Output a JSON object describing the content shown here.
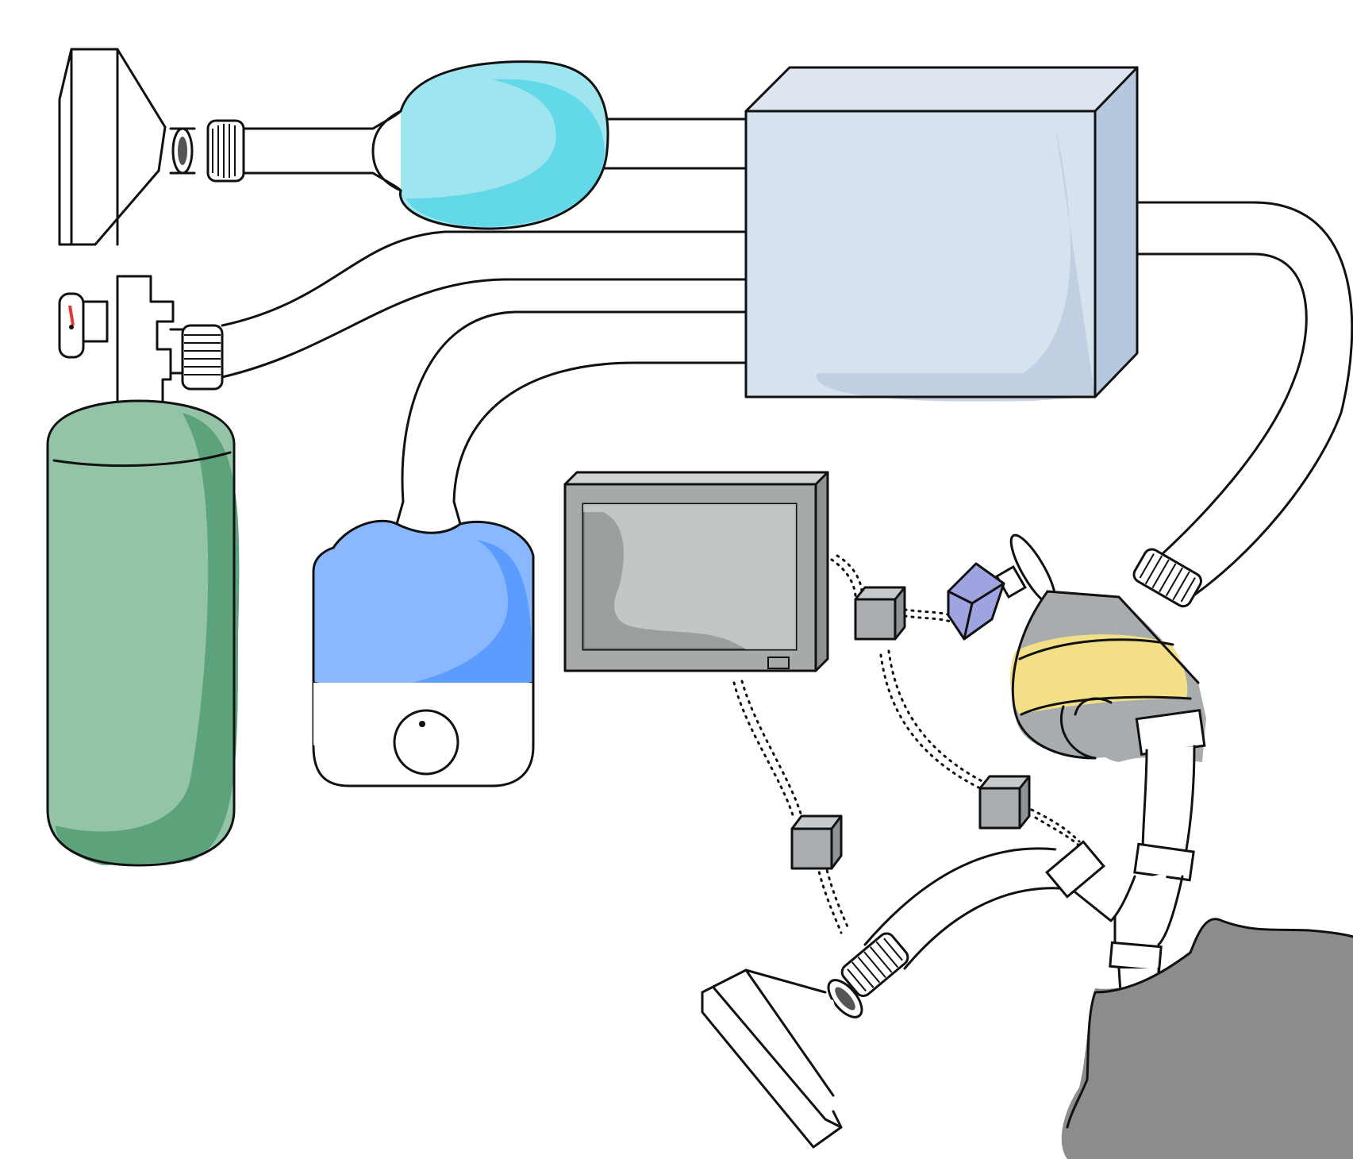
{
  "diagram": {
    "components": [
      {
        "id": "mask-top",
        "icon": "face-mask-icon"
      },
      {
        "id": "bag-valve",
        "icon": "breathing-bag-icon",
        "color": "#64d9e8"
      },
      {
        "id": "ventilator-box",
        "icon": "ventilator-unit-icon",
        "color": "#c9d7e8"
      },
      {
        "id": "oxygen-cylinder",
        "icon": "oxygen-cylinder-icon",
        "color": "#8fc3a6"
      },
      {
        "id": "pressure-gauge",
        "icon": "gauge-icon",
        "color": "#e53935"
      },
      {
        "id": "humidifier",
        "icon": "humidifier-icon",
        "color": "#8ab8ff"
      },
      {
        "id": "monitor",
        "icon": "monitor-screen-icon",
        "color": "#b7bbbc"
      },
      {
        "id": "sensor-cubes",
        "icon": "sensor-cube-icon",
        "color": "#a9adb0"
      },
      {
        "id": "flow-sensor",
        "icon": "flow-sensor-icon",
        "color": "#9fa3e0"
      },
      {
        "id": "filter-hme",
        "icon": "filter-icon",
        "color": "#f2df86"
      },
      {
        "id": "y-piece",
        "icon": "y-connector-icon"
      },
      {
        "id": "mask-bottom",
        "icon": "face-mask-icon"
      },
      {
        "id": "patient-shape",
        "icon": "patient-silhouette-icon",
        "color": "#8e8e8e"
      }
    ]
  }
}
